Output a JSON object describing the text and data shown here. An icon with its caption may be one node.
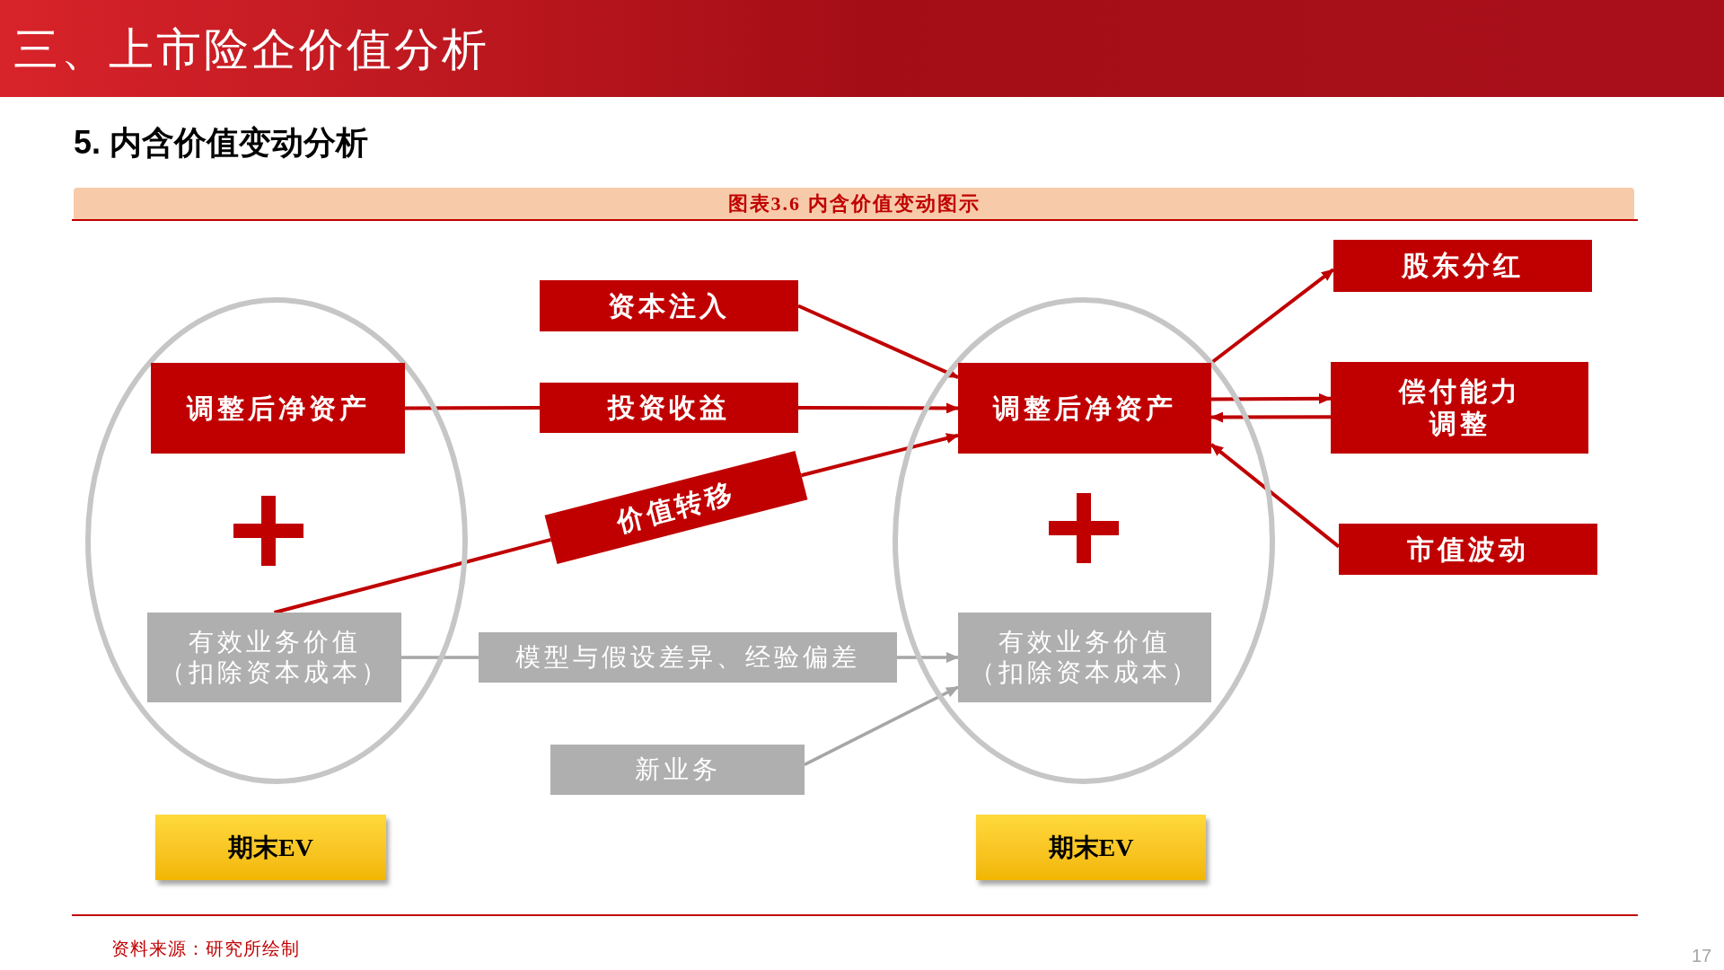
{
  "diagram": {
    "title": "三、上市险企价值分析",
    "caption": "图表3.6 内含价值变动图示",
    "nodes": [
      {
        "text": [],
        "shape": "ellipse"
      },
      {
        "text": [
          "调整后净资产"
        ],
        "in": 0
      },
      {
        "text": [
          "有效业务价值",
          "（扣除资本成本）"
        ],
        "in": 0
      },
      {
        "text": [
          "资本注入"
        ]
      },
      {
        "text": [
          "投资收益"
        ]
      },
      {
        "text": [
          "价值转移"
        ]
      },
      {
        "text": [
          "模型与假设差异、经验偏差"
        ]
      },
      {
        "text": [
          "新业务"
        ]
      },
      {
        "text": [],
        "shape": "ellipse"
      },
      {
        "text": [
          "调整后净资产"
        ],
        "in": 8
      },
      {
        "text": [
          "有效业务价值",
          "（扣除资本成本）"
        ],
        "in": 8
      },
      {
        "text": [
          "股东分红"
        ]
      },
      {
        "text": [
          "偿付能力调整"
        ]
      },
      {
        "text": [
          "市值波动"
        ]
      },
      {
        "text": [
          "期末EV"
        ]
      },
      {
        "text": [
          "期末EV"
        ]
      }
    ],
    "edges": [
      {
        "from": 1,
        "to": 4,
        "arrow": "none"
      },
      {
        "from": 4,
        "to": 9,
        "arrow": "to"
      },
      {
        "from": 3,
        "to": 9,
        "arrow": "to"
      },
      {
        "from": 2,
        "to": 5,
        "arrow": "none"
      },
      {
        "from": 5,
        "to": 9,
        "arrow": "to"
      },
      {
        "from": 2,
        "to": 6,
        "arrow": "none",
        "color": "#a6a6a6"
      },
      {
        "from": 6,
        "to": 10,
        "arrow": "to",
        "color": "#a6a6a6"
      },
      {
        "from": 7,
        "to": 10,
        "arrow": "to",
        "color": "#a6a6a6"
      },
      {
        "from": 9,
        "to": 11,
        "arrow": "to"
      },
      {
        "from": 9,
        "to": 12,
        "arrow": "to"
      },
      {
        "from": 12,
        "to": 9,
        "arrow": "to"
      },
      {
        "from": 13,
        "to": 9,
        "arrow": "to"
      }
    ],
    "labels": [
      "5. 内含价值变动分析",
      "资料来源：研究所绘制",
      "17"
    ]
  }
}
